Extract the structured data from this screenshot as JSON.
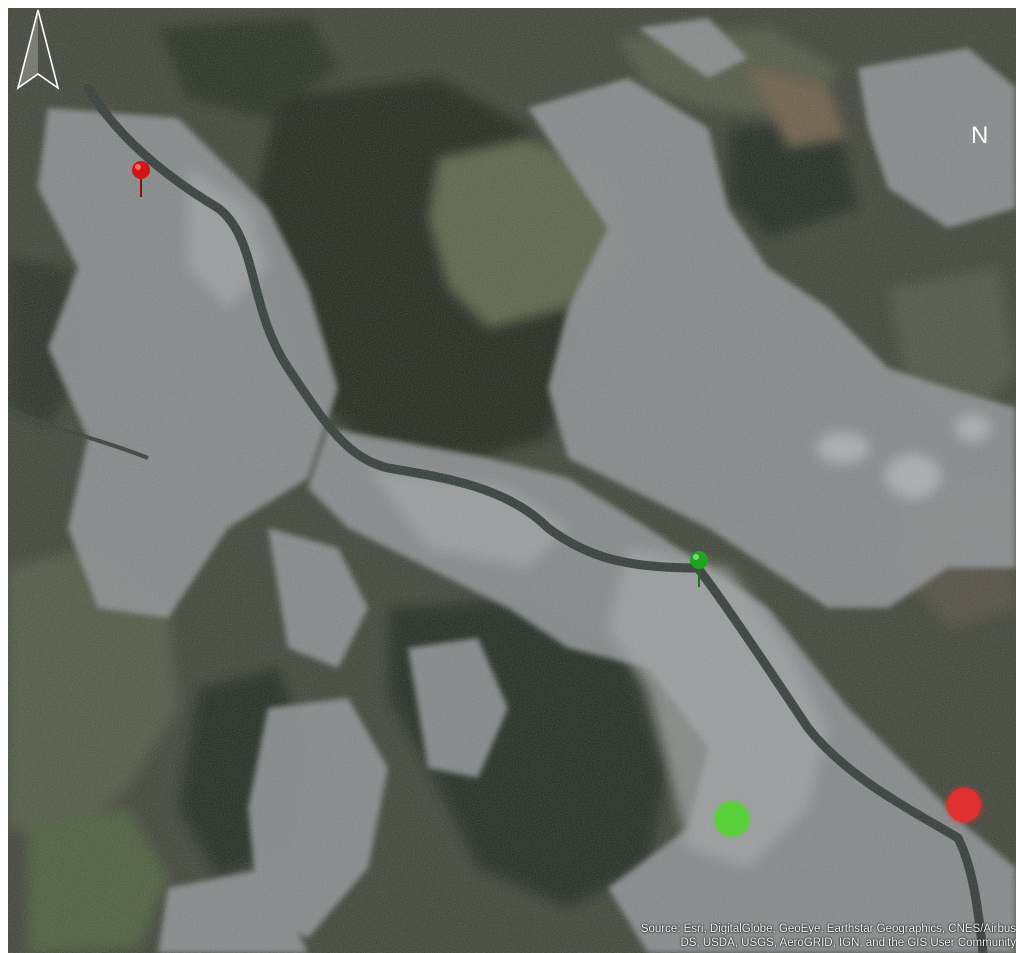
{
  "map": {
    "basemap": "satellite imagery",
    "north_arrow": {
      "letter": "N",
      "icon": "north-arrow-icon"
    },
    "attribution": {
      "line1": "Source: Esri, DigitalGlobe, GeoEye, Earthstar Geographics, CNES/Airbus",
      "line2": "DS, USDA, USGS, AeroGRID, IGN, and the GIS User Community"
    },
    "markers": [
      {
        "type": "pin",
        "color": "#d0141a",
        "icon": "red-pin-icon"
      },
      {
        "type": "pin",
        "color": "#1fa41f",
        "icon": "green-pin-icon"
      },
      {
        "type": "circle",
        "color": "#5ad13a",
        "icon": "green-circle-icon"
      },
      {
        "type": "circle",
        "color": "#e03030",
        "icon": "red-circle-icon"
      }
    ]
  }
}
